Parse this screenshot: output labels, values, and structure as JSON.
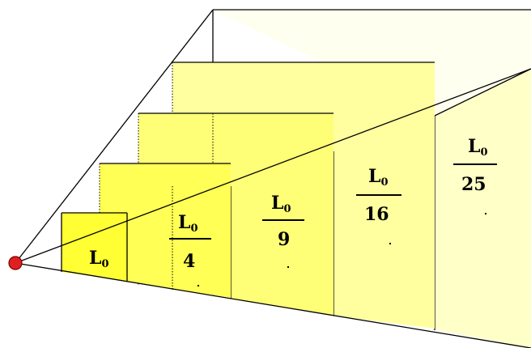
{
  "diagram": {
    "source": "point-source",
    "colors": {
      "panel1": "#ffff33",
      "panel2": "#ffff55",
      "panel3": "#ffff77",
      "panel4": "#ffffa0",
      "panel5": "#ffffc8",
      "edge": "#000000",
      "source": "#e02020"
    },
    "labels": [
      {
        "main": "L",
        "sub": "0",
        "denominator": ""
      },
      {
        "main": "L",
        "sub": "0",
        "denominator": "4"
      },
      {
        "main": "L",
        "sub": "0",
        "denominator": "9"
      },
      {
        "main": "L",
        "sub": "0",
        "denominator": "16"
      },
      {
        "main": "L",
        "sub": "0",
        "denominator": "25"
      }
    ]
  }
}
